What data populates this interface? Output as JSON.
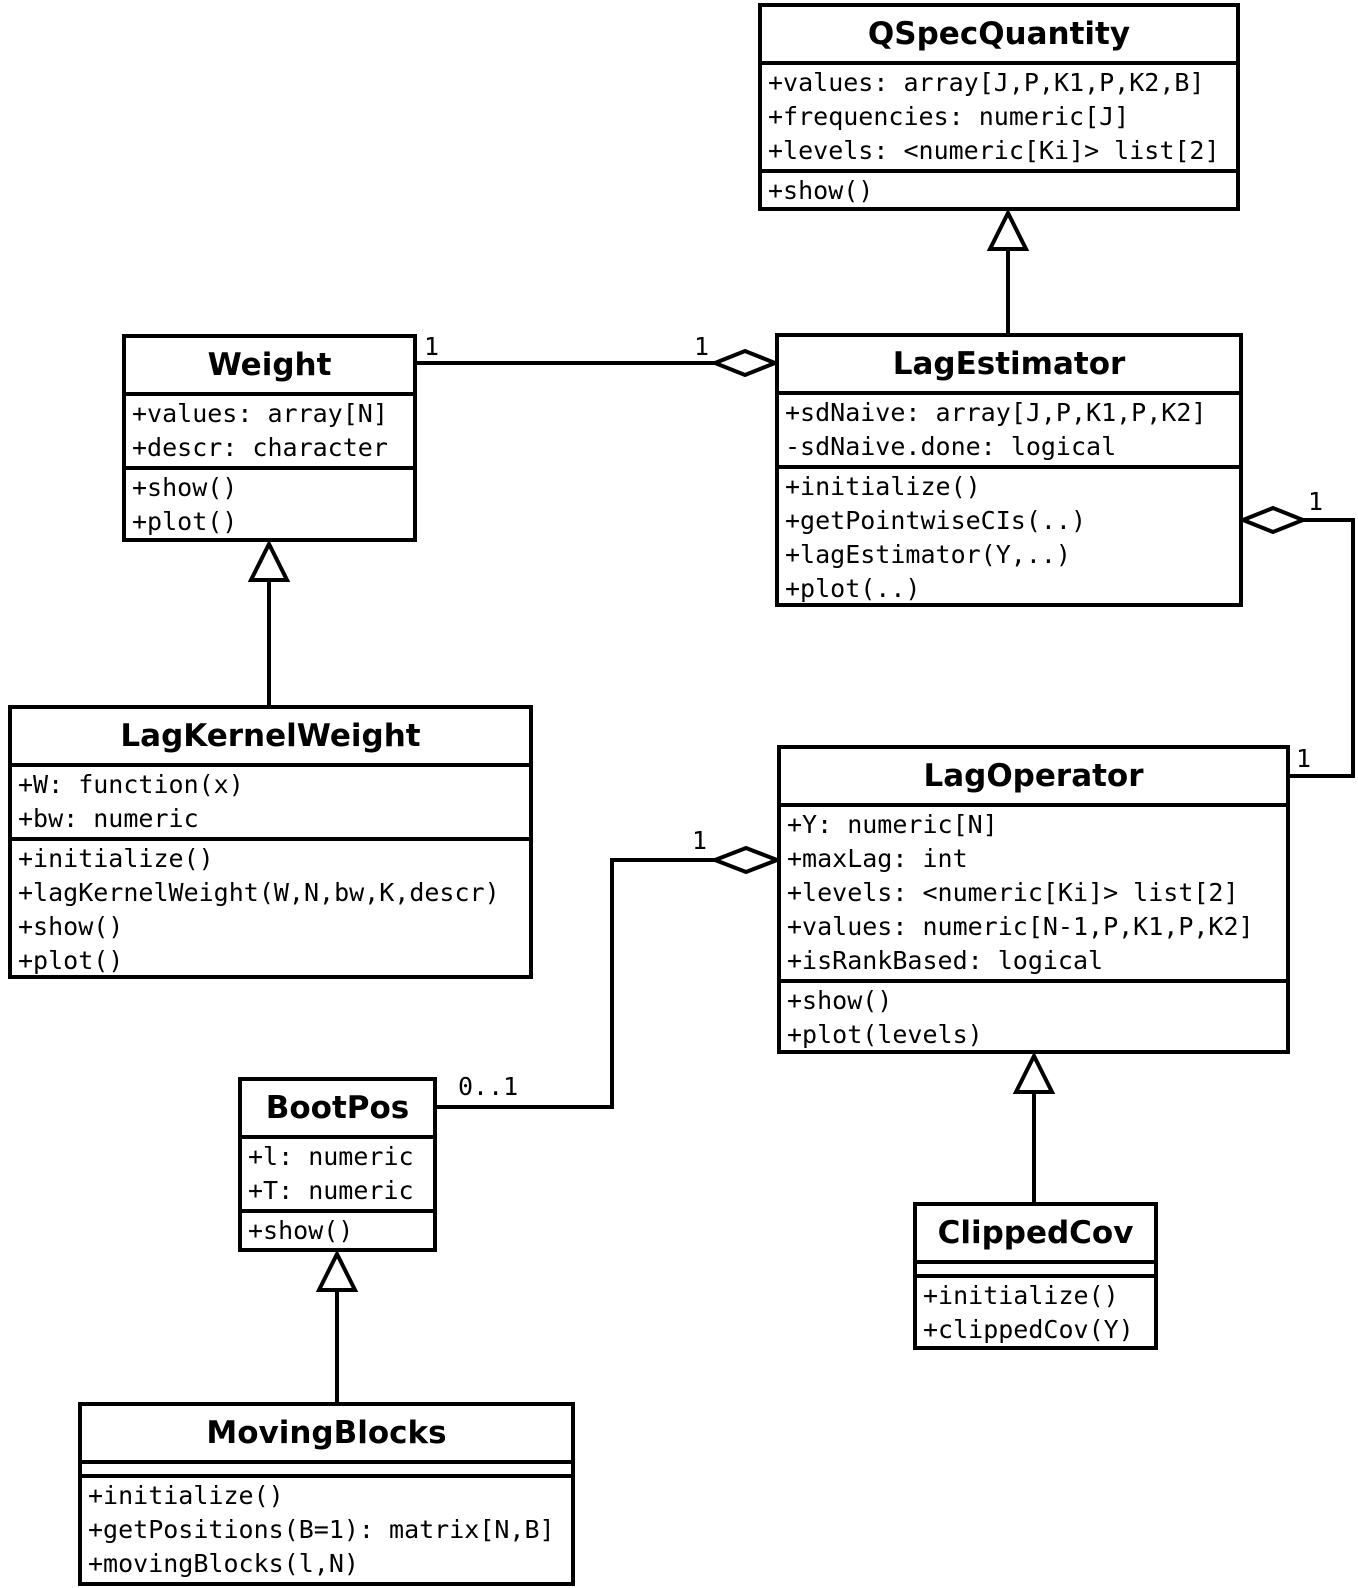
{
  "diagram": {
    "kind": "uml-class-diagram"
  },
  "classes": {
    "qspecquantity": {
      "name": "QSpecQuantity",
      "attributes": [
        "+values: array[J,P,K1,P,K2,B]",
        "+frequencies: numeric[J]",
        "+levels: <numeric[Ki]> list[2]"
      ],
      "methods": [
        "+show()"
      ]
    },
    "weight": {
      "name": "Weight",
      "attributes": [
        "+values: array[N]",
        "+descr: character"
      ],
      "methods": [
        "+show()",
        "+plot()"
      ]
    },
    "lagestimator": {
      "name": "LagEstimator",
      "attributes": [
        "+sdNaive: array[J,P,K1,P,K2]",
        "-sdNaive.done: logical"
      ],
      "methods": [
        "+initialize()",
        "+getPointwiseCIs(..)",
        "+lagEstimator(Y,..)",
        "+plot(..)"
      ]
    },
    "lagkernelweight": {
      "name": "LagKernelWeight",
      "attributes": [
        "+W: function(x)",
        "+bw: numeric"
      ],
      "methods": [
        "+initialize()",
        "+lagKernelWeight(W,N,bw,K,descr)",
        "+show()",
        "+plot()"
      ]
    },
    "lagoperator": {
      "name": "LagOperator",
      "attributes": [
        "+Y: numeric[N]",
        "+maxLag: int",
        "+levels: <numeric[Ki]> list[2]",
        "+values: numeric[N-1,P,K1,P,K2]",
        "+isRankBased: logical"
      ],
      "methods": [
        "+show()",
        "+plot(levels)"
      ]
    },
    "bootpos": {
      "name": "BootPos",
      "attributes": [
        "+l: numeric",
        "+T: numeric"
      ],
      "methods": [
        "+show()"
      ]
    },
    "clippedcov": {
      "name": "ClippedCov",
      "attributes": [],
      "methods": [
        "+initialize()",
        "+clippedCov(Y)"
      ]
    },
    "movingblocks": {
      "name": "MovingBlocks",
      "attributes": [],
      "methods": [
        "+initialize()",
        "+getPositions(B=1): matrix[N,B]",
        "+movingBlocks(l,N)"
      ]
    }
  },
  "relationships": {
    "weight_lagestimator": {
      "symbol": "hollow-diamond",
      "weight_end": "1",
      "lagestimator_end": "1"
    },
    "lagestimator_lagoperator": {
      "symbol": "hollow-diamond",
      "lagestimator_end": "1",
      "lagoperator_end": "1"
    },
    "bootpos_lagoperator": {
      "symbol": "hollow-diamond",
      "bootpos_end": "0..1",
      "lagoperator_end": "1"
    },
    "lagestimator_extends_qspecquantity": {
      "symbol": "hollow-triangle"
    },
    "lagkernelweight_extends_weight": {
      "symbol": "hollow-triangle"
    },
    "movingblocks_extends_bootpos": {
      "symbol": "hollow-triangle"
    },
    "clippedcov_extends_lagoperator": {
      "symbol": "hollow-triangle"
    }
  }
}
